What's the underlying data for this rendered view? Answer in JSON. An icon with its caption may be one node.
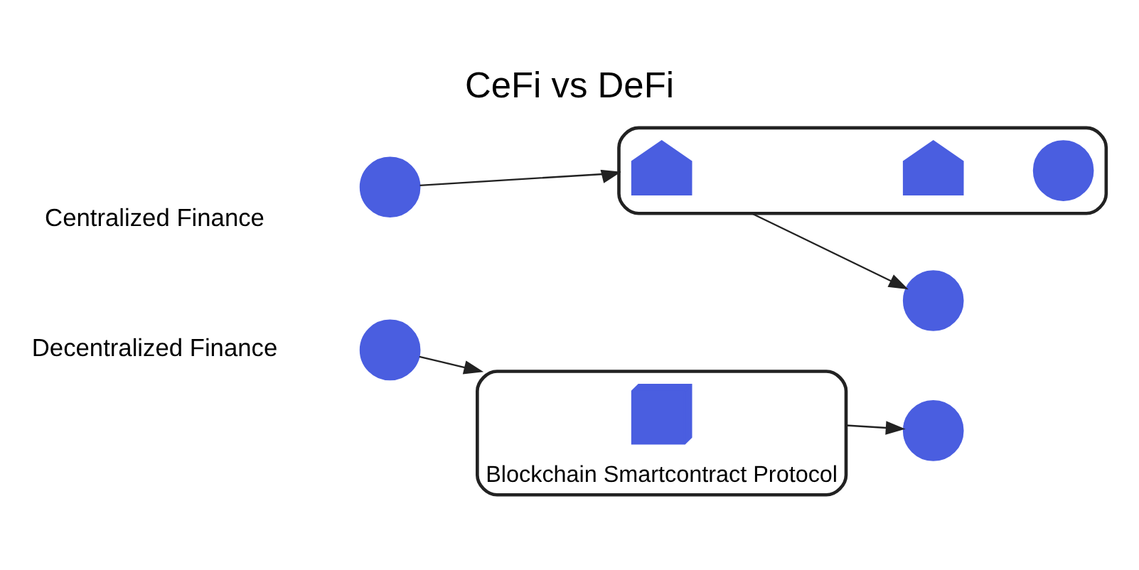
{
  "diagram": {
    "title": "CeFi vs DeFi",
    "nodes": [
      {
        "text": [],
        "shape": "person"
      },
      {
        "text": [],
        "shape": "box"
      },
      {
        "text": [],
        "shape": "building",
        "in": 1
      },
      {
        "text": [],
        "shape": "building",
        "in": 1
      },
      {
        "text": [],
        "shape": "person",
        "in": 1
      },
      {
        "text": [],
        "shape": "person"
      },
      {
        "text": [],
        "shape": "person"
      },
      {
        "text": [
          "Blockchain Smartcontract Protocol"
        ]
      },
      {
        "text": [],
        "shape": "cube",
        "in": 7
      },
      {
        "text": [],
        "shape": "person"
      }
    ],
    "edges": [
      {
        "from": 0,
        "to": 1,
        "arrow": "to"
      },
      {
        "from": 1,
        "to": 5,
        "arrow": "to"
      },
      {
        "from": 6,
        "to": 7,
        "arrow": "to"
      },
      {
        "from": 7,
        "to": 9,
        "arrow": "to"
      }
    ],
    "labels": [
      "Centralized Finance",
      "Decentralized Finance"
    ]
  }
}
